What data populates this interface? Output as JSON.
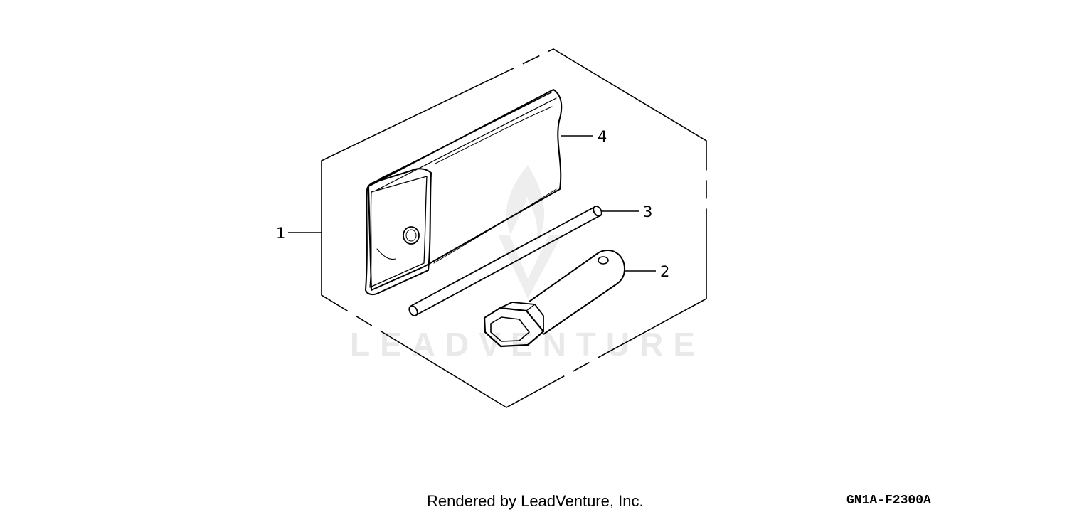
{
  "diagram": {
    "watermark": "LEADVENTURE",
    "callouts": [
      {
        "id": "1",
        "label": "1",
        "part": "kit-outline"
      },
      {
        "id": "2",
        "label": "2",
        "part": "plug-wrench"
      },
      {
        "id": "3",
        "label": "3",
        "part": "tommy-bar"
      },
      {
        "id": "4",
        "label": "4",
        "part": "tool-bag"
      }
    ]
  },
  "footer": {
    "credit": "Rendered by LeadVenture, Inc.",
    "diagram_code": "GN1A-F2300A"
  },
  "colors": {
    "line": "#000000",
    "watermark": "#e9e9e9",
    "background": "#ffffff"
  }
}
